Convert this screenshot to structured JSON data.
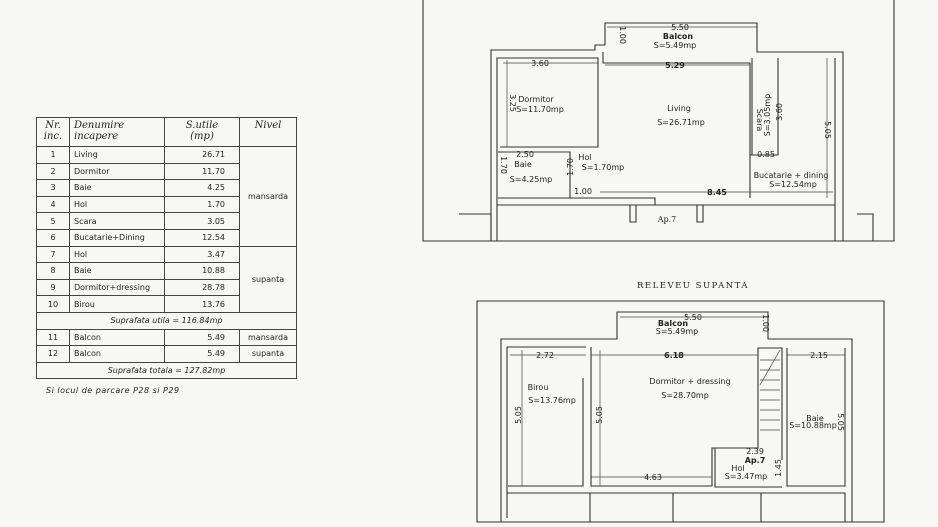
{
  "table": {
    "headers": {
      "nr": "Nr.",
      "nr2": "inc.",
      "name": "Denumire",
      "name2": "incapere",
      "area": "S.utile",
      "area2": "(mp)",
      "level": "Nivel"
    },
    "rows": [
      {
        "nr": "1",
        "name": "Living",
        "area": "26.71"
      },
      {
        "nr": "2",
        "name": "Dormitor",
        "area": "11.70"
      },
      {
        "nr": "3",
        "name": "Baie",
        "area": "4.25"
      },
      {
        "nr": "4",
        "name": "Hol",
        "area": "1.70"
      },
      {
        "nr": "5",
        "name": "Scara",
        "area": "3.05"
      },
      {
        "nr": "6",
        "name": "Bucatarie+Dining",
        "area": "12.54"
      },
      {
        "nr": "7",
        "name": "Hol",
        "area": "3.47"
      },
      {
        "nr": "8",
        "name": "Baie",
        "area": "10.88"
      },
      {
        "nr": "9",
        "name": "Dormitor+dressing",
        "area": "28.78"
      },
      {
        "nr": "10",
        "name": "Birou",
        "area": "13.76"
      }
    ],
    "level_mansarda": "mansarda",
    "level_supanta": "supanta",
    "useful_total": "Suprafata utila = 116.84mp",
    "balconies": [
      {
        "nr": "11",
        "name": "Balcon",
        "area": "5.49",
        "level": "mansarda"
      },
      {
        "nr": "12",
        "name": "Balcon",
        "area": "5.49",
        "level": "supanta"
      }
    ],
    "grand_total": "Suprafata totala = 127.82mp",
    "note": "Si locul de parcare P28 si P29"
  },
  "plan_mansarda": {
    "labels": {
      "balcon_w": "5.50",
      "balcon": "Balcon",
      "balcon_s": "S=5.49mp",
      "balcon_d": "1.00",
      "dorm_w": "3.60",
      "living_w": "5.29",
      "dorm": "Dormitor",
      "dorm_s": "S=11.70mp",
      "dorm_h": "3.25",
      "living": "Living",
      "living_s": "S=26.71mp",
      "scara": "Scara",
      "scara_s": "S=3.05mp",
      "scara_h": "3.60",
      "right_h": "5.05",
      "scara_w": "0.85",
      "baie_w": "2.50",
      "baie": "Baie",
      "baie_s": "S=4.25mp",
      "baie_h": "1.70",
      "hol": "Hol",
      "hol_s": "S=1.70mp",
      "hol_h": "1.70",
      "hol_w": "1.00",
      "total_w": "8.45",
      "buc": "Bucatarie + dining",
      "buc_s": "S=12.54mp",
      "ap": "Ap.7"
    }
  },
  "plan_supanta": {
    "title": "RELEVEU SUPANTA",
    "labels": {
      "balcon_w": "5.50",
      "balcon": "Balcon",
      "balcon_s": "S=5.49mp",
      "balcon_d": "1.00",
      "birou_w": "2.72",
      "dorm_w": "6.18",
      "baie_w": "2.15",
      "birou": "Birou",
      "birou_s": "S=13.76mp",
      "birou_h": "5.05",
      "dorm_h": "5.05",
      "dorm": "Dormitor + dressing",
      "dorm_s": "S=28.70mp",
      "baie": "Baie",
      "baie_s": "S=10.88mp",
      "baie_h": "5.05",
      "hol_w": "2.39",
      "ap": "Ap.7",
      "hol": "Hol",
      "hol_s": "S=3.47mp",
      "hol_h": "1.45",
      "bottom_w": "4.63"
    }
  }
}
